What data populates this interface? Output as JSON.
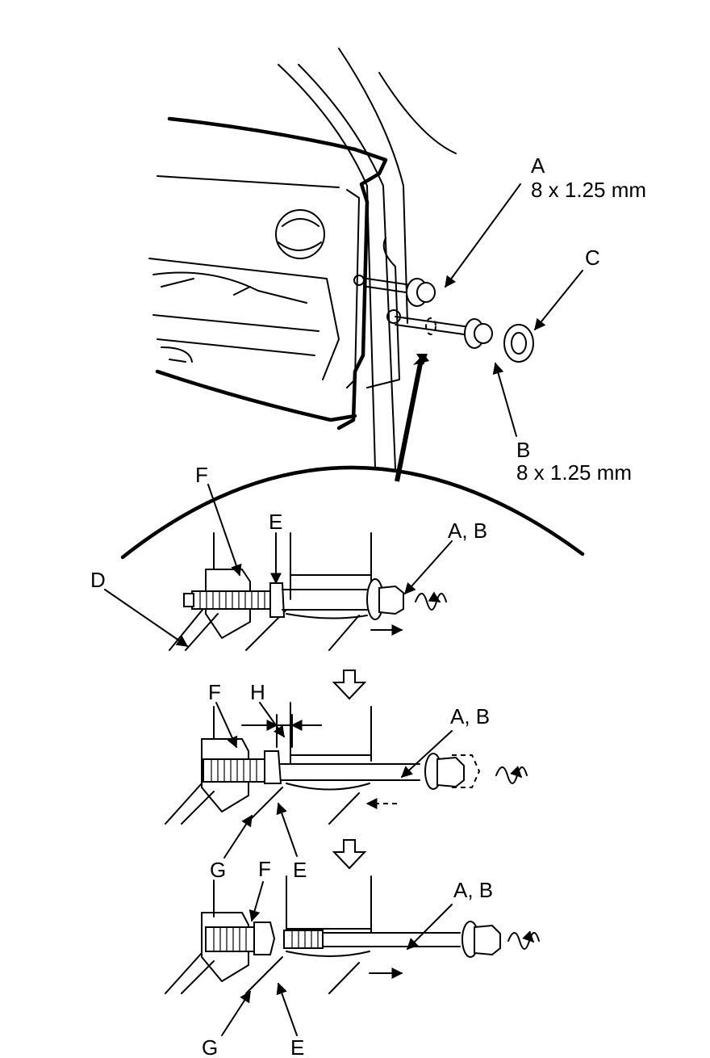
{
  "labels": {
    "a": "A",
    "a_size": "8 x 1.25 mm",
    "b": "B",
    "b_size": "8 x 1.25 mm",
    "c": "C",
    "d": "D",
    "e": "E",
    "f": "F",
    "g": "G",
    "h": "H",
    "ab": "A, B"
  }
}
